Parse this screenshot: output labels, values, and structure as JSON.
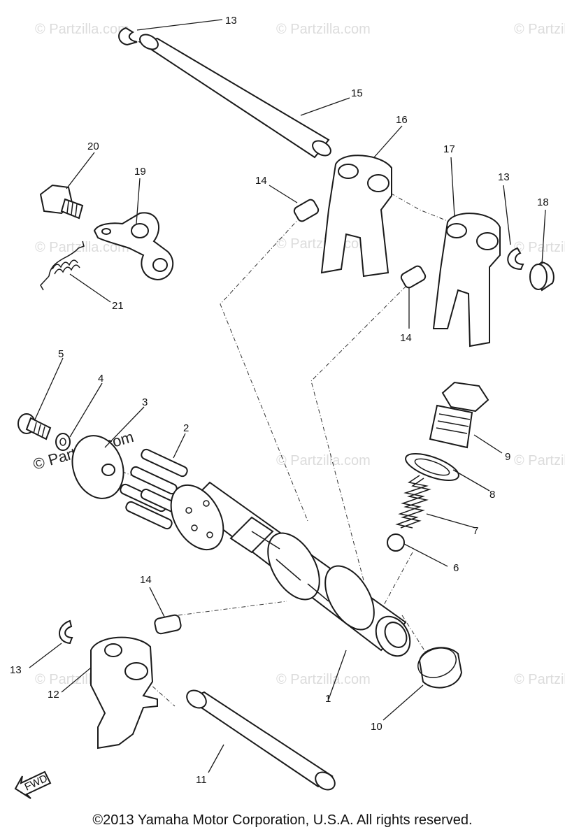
{
  "watermark": "© Partzilla.com",
  "copyright": "©2013  Yamaha Motor Corporation, U.S.A. All rights reserved.",
  "fwd_label": "FWD",
  "callouts": {
    "c13a": "13",
    "c15": "15",
    "c16": "16",
    "c17": "17",
    "c13b": "13",
    "c18": "18",
    "c20": "20",
    "c19": "19",
    "c14a": "14",
    "c21": "21",
    "c14b": "14",
    "c5": "5",
    "c4": "4",
    "c3": "3",
    "c2": "2",
    "c9": "9",
    "c8": "8",
    "c7": "7",
    "c6": "6",
    "c14c": "14",
    "c13c": "13",
    "c12": "12",
    "c1": "1",
    "c10": "10",
    "c11": "11"
  }
}
